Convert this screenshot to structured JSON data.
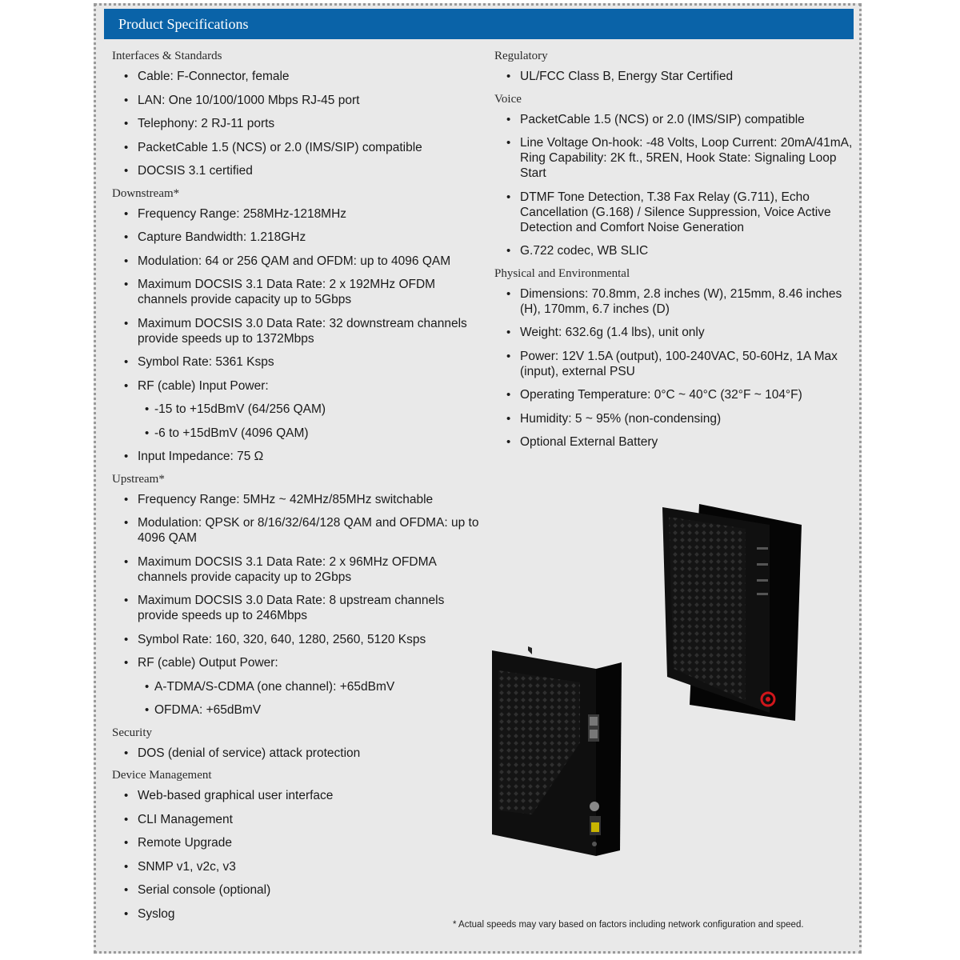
{
  "header": {
    "title": "Product Specifications"
  },
  "left_column": [
    {
      "title": "Interfaces & Standards",
      "items": [
        {
          "text": "Cable: F-Connector, female"
        },
        {
          "text": "LAN: One 10/100/1000 Mbps RJ-45 port"
        },
        {
          "text": "Telephony: 2 RJ-11 ports"
        },
        {
          "text": "PacketCable 1.5 (NCS) or 2.0 (IMS/SIP) compatible"
        },
        {
          "text": "DOCSIS 3.1 certified"
        }
      ]
    },
    {
      "title": "Downstream*",
      "items": [
        {
          "text": "Frequency Range: 258MHz-1218MHz"
        },
        {
          "text": "Capture Bandwidth: 1.218GHz"
        },
        {
          "text": "Modulation: 64 or 256 QAM and OFDM: up to 4096 QAM"
        },
        {
          "text": "Maximum DOCSIS 3.1 Data Rate: 2 x 192MHz OFDM channels provide capacity up to 5Gbps"
        },
        {
          "text": "Maximum DOCSIS 3.0 Data Rate: 32 downstream channels provide speeds up to 1372Mbps"
        },
        {
          "text": "Symbol Rate: 5361 Ksps"
        },
        {
          "text": "RF (cable) Input Power:"
        },
        {
          "text": "-15 to +15dBmV (64/256 QAM)",
          "sub": true
        },
        {
          "text": "-6 to +15dBmV (4096 QAM)",
          "sub": true
        },
        {
          "text": "Input Impedance: 75 Ω"
        }
      ]
    },
    {
      "title": "Upstream*",
      "items": [
        {
          "text": "Frequency Range: 5MHz ~ 42MHz/85MHz switchable"
        },
        {
          "text": "Modulation: QPSK or 8/16/32/64/128 QAM and OFDMA: up to 4096 QAM"
        },
        {
          "text": "Maximum DOCSIS 3.1 Data Rate: 2 x 96MHz OFDMA channels provide capacity up to 2Gbps"
        },
        {
          "text": "Maximum DOCSIS 3.0 Data Rate: 8 upstream channels provide speeds up to 246Mbps"
        },
        {
          "text": "Symbol Rate: 160, 320, 640, 1280, 2560, 5120 Ksps"
        },
        {
          "text": "RF (cable) Output Power:"
        },
        {
          "text": "A-TDMA/S-CDMA (one channel): +65dBmV",
          "sub": true
        },
        {
          "text": "OFDMA: +65dBmV",
          "sub": true
        }
      ]
    },
    {
      "title": "Security",
      "items": [
        {
          "text": "DOS (denial of service) attack protection"
        }
      ]
    },
    {
      "title": "Device Management",
      "items": [
        {
          "text": "Web-based graphical user interface"
        },
        {
          "text": "CLI Management"
        },
        {
          "text": "Remote Upgrade"
        },
        {
          "text": "SNMP v1, v2c, v3"
        },
        {
          "text": "Serial console (optional)"
        },
        {
          "text": "Syslog"
        }
      ]
    }
  ],
  "right_column": [
    {
      "title": "Regulatory",
      "items": [
        {
          "text": "UL/FCC Class B, Energy Star Certified"
        }
      ]
    },
    {
      "title": "Voice",
      "items": [
        {
          "text": "PacketCable 1.5 (NCS) or 2.0  (IMS/SIP) compatible"
        },
        {
          "text": "Line Voltage On-hook: -48 Volts, Loop Current: 20mA/41mA, Ring Capability: 2K ft., 5REN, Hook State: Signaling Loop Start"
        },
        {
          "text": "DTMF Tone Detection, T.38 Fax Relay (G.711), Echo Cancellation (G.168) / Silence Suppression, Voice Active Detection and Comfort Noise Generation"
        },
        {
          "text": "G.722 codec, WB SLIC"
        }
      ]
    },
    {
      "title": "Physical and Environmental",
      "items": [
        {
          "text": "Dimensions: 70.8mm, 2.8 inches (W), 215mm, 8.46 inches (H), 170mm, 6.7 inches (D)"
        },
        {
          "text": "Weight: 632.6g (1.4 lbs), unit only"
        },
        {
          "text": "Power: 12V 1.5A (output), 100-240VAC, 50-60Hz, 1A Max (input), external PSU"
        },
        {
          "text": "Operating Temperature: 0°C ~ 40°C (32°F ~ 104°F)"
        },
        {
          "text": "Humidity: 5 ~ 95% (non-condensing)"
        },
        {
          "text": "Optional External Battery"
        }
      ]
    }
  ],
  "footnote": "* Actual speeds may vary based on factors including network configuration and speed."
}
